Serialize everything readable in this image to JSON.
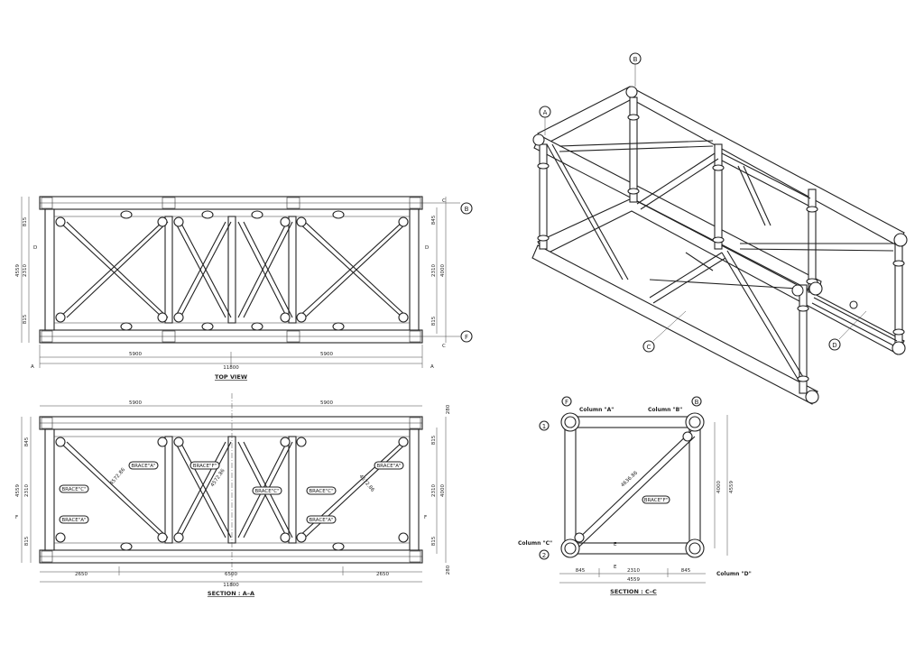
{
  "top_view": {
    "title": "TOP VIEW",
    "dims": {
      "left_half": "5900",
      "right_half": "5900",
      "total": "11800",
      "d815a": "815",
      "d2310": "2310",
      "d815b": "815",
      "d4559": "4559",
      "r845": "845",
      "r2310": "2310",
      "r4000": "4000",
      "r815": "815"
    },
    "markers": {
      "a_left": "A",
      "a_right": "A",
      "c_top": "C",
      "c_bot": "C",
      "d_left": "D",
      "d_right": "D"
    },
    "bubbles": {
      "b": "B",
      "f": "F"
    }
  },
  "section_aa": {
    "title": "SECTION : A–A",
    "dims": {
      "top_left": "5900",
      "top_right": "5900",
      "bot_left": "2650",
      "bot_mid": "6500",
      "bot_right": "2650",
      "total": "11800",
      "l845": "845",
      "l2310": "2310",
      "l815": "815",
      "l4559": "4559",
      "r815a": "815",
      "r2310": "2310",
      "r815b": "815",
      "r4000": "4000",
      "r280a": "280",
      "r280b": "280",
      "diag1": "4572.86",
      "diag2": "4572.86",
      "diag3": "4572.86"
    },
    "markers": {
      "f_left": "F",
      "f_right": "F"
    },
    "braces": [
      "BRACE\"A\"",
      "BRACE\"F\"",
      "BRACE\"A\"",
      "BRACE\"C\"",
      "BRACE\"C\"",
      "BRACE\"C\"",
      "BRACE\"A\"",
      "BRACE\"A\""
    ]
  },
  "section_cc": {
    "title": "SECTION : C–C",
    "dims": {
      "d845a": "845",
      "d2310": "2310",
      "d845b": "845",
      "d4559": "4559",
      "r4000": "4000",
      "r4559": "4559",
      "diag": "4636.86"
    },
    "columns": {
      "a": "Column \"A\"",
      "b": "Column \"B\"",
      "c": "Column \"C\"",
      "d": "Column \"D\""
    },
    "bubbles": {
      "f": "F",
      "b": "B",
      "one": "1",
      "two": "2"
    },
    "brace": "BRACE\"F\"",
    "e_top": "E",
    "e_bot": "E"
  },
  "iso": {
    "bubbles": {
      "a": "A",
      "b": "B",
      "c": "C",
      "d": "D"
    }
  }
}
